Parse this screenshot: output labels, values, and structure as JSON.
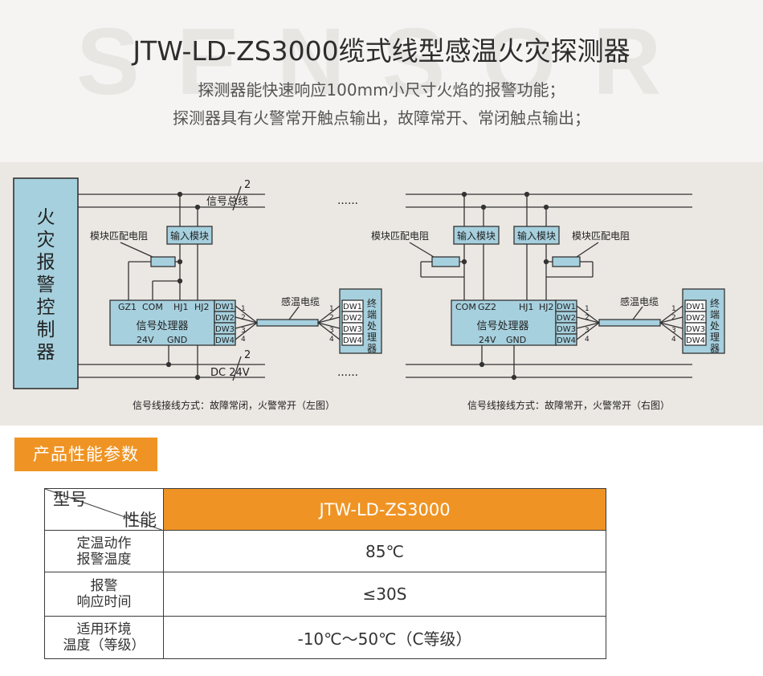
{
  "header": {
    "watermark": "SENSOR",
    "title": "JTW-LD-ZS3000缆式线型感温火灾探测器",
    "subtitle_1": "探测器能快速响应100mm小尺寸火焰的报警功能；",
    "subtitle_2": "探测器具有火警常开触点输出，故障常开、常闭触点输出；"
  },
  "diagram": {
    "controller": [
      "火",
      "灾",
      "报",
      "警",
      "控",
      "制",
      "器"
    ],
    "left": {
      "bus_label": "信号总线",
      "bus_count": "2",
      "power_label": "DC 24V",
      "power_count": "2",
      "dots_top": "……",
      "dots_bottom": "……",
      "input_module": "输入模块",
      "resistor_label": "模块匹配电阻",
      "processor": "信号处理器",
      "term_top_left": "GZ1",
      "term_top_mid": "COM",
      "term_hj1": "HJ1",
      "term_hj2": "HJ2",
      "term_24v": "24V",
      "term_gnd": "GND",
      "dw": [
        "DW1",
        "DW2",
        "DW3",
        "DW4"
      ],
      "cable_label": "感温电缆",
      "wire_nums": [
        "1",
        "2",
        "3",
        "4"
      ],
      "terminal": [
        "终",
        "端",
        "处",
        "理",
        "器"
      ],
      "caption": "信号线接线方式：故障常闭，火警常开（左图）"
    },
    "right": {
      "dots_top": "……",
      "dots_bottom": "……",
      "input_module_1": "输入模块",
      "input_module_2": "输入模块",
      "resistor_label_1": "模块匹配电阻",
      "resistor_label_2": "模块匹配电阻",
      "processor": "信号处理器",
      "term_com": "COM",
      "term_gz2": "GZ2",
      "term_hj1": "HJ1",
      "term_hj2": "HJ2",
      "term_24v": "24V",
      "term_gnd": "GND",
      "dw": [
        "DW1",
        "DW2",
        "DW3",
        "DW4"
      ],
      "cable_label": "感温电缆",
      "wire_nums": [
        "1",
        "2",
        "3",
        "4"
      ],
      "terminal": [
        "终",
        "端",
        "处",
        "理",
        "器"
      ],
      "caption": "信号线接线方式：故障常开，火警常开（右图）"
    }
  },
  "specs": {
    "section_title": "产品性能参数",
    "header_left": "型号",
    "header_right": "性能",
    "model": "JTW-LD-ZS3000",
    "rows": [
      {
        "label_1": "定温动作",
        "label_2": "报警温度",
        "value": "85℃"
      },
      {
        "label_1": "报警",
        "label_2": "响应时间",
        "value": "≤30S"
      },
      {
        "label_1": "适用环境",
        "label_2": "温度（等级）",
        "value": "-10℃～50℃（C等级）"
      }
    ]
  }
}
